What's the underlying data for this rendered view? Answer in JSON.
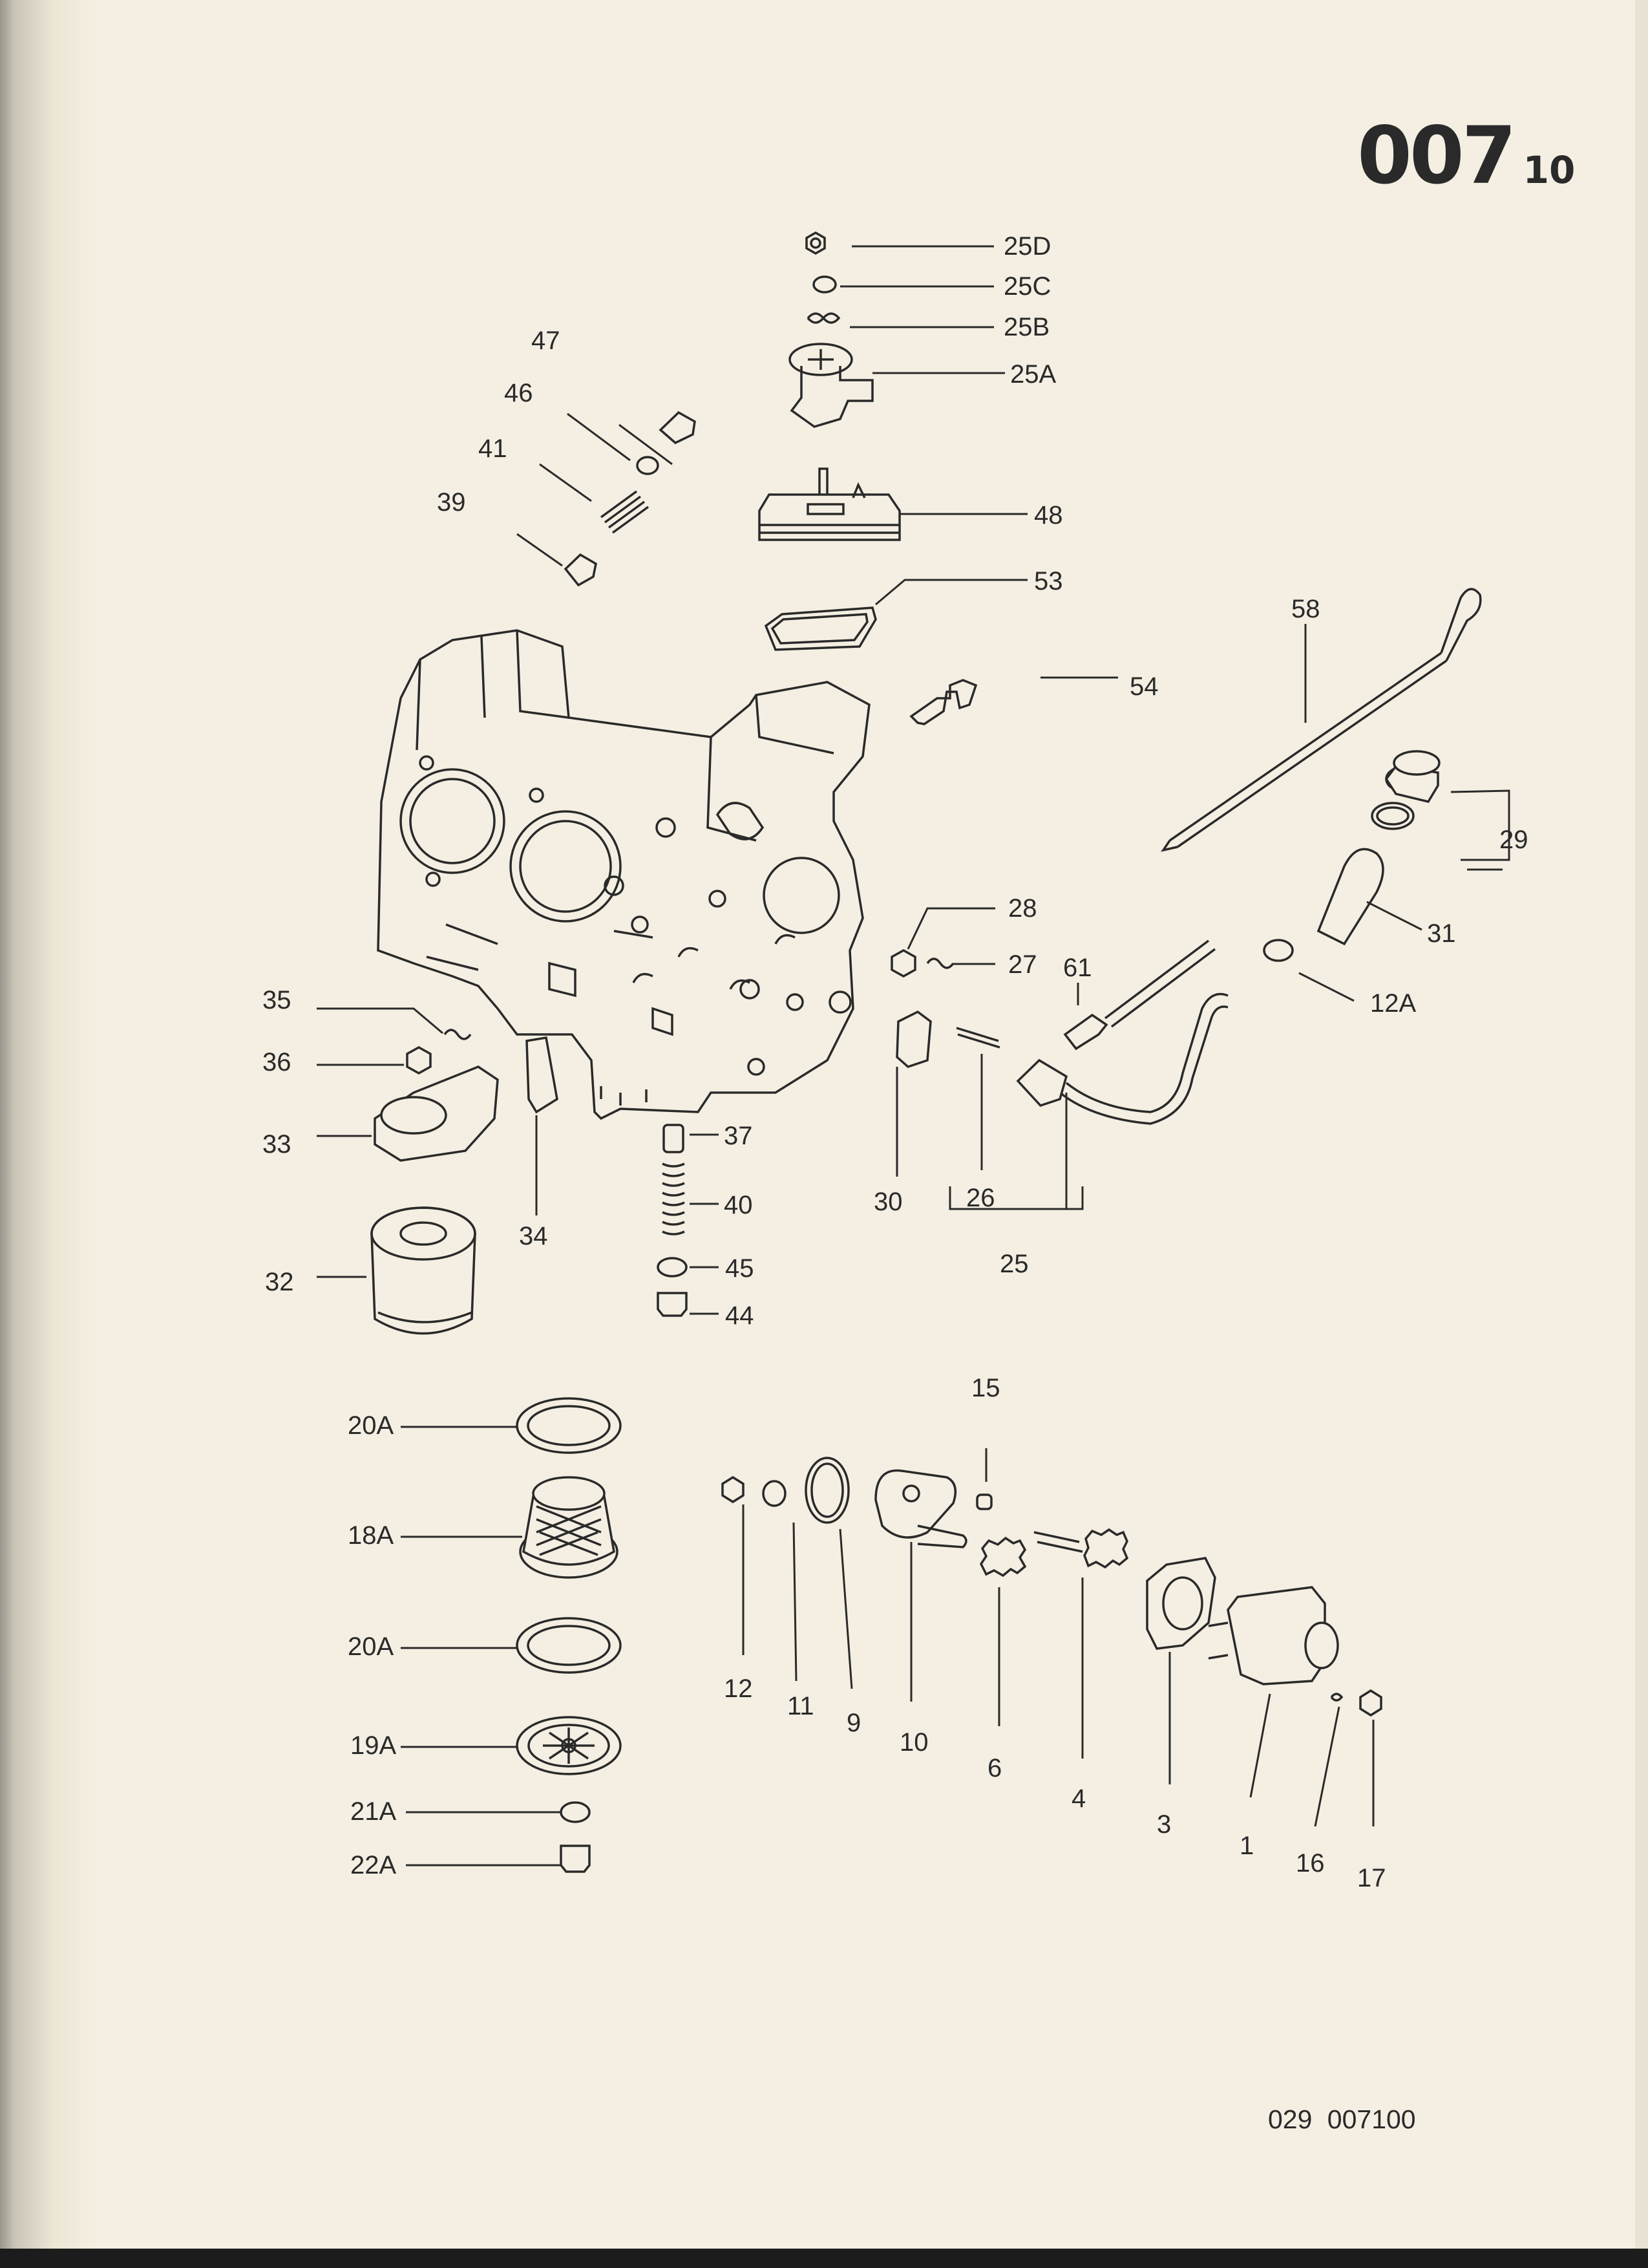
{
  "page_number": {
    "main": "007",
    "sub": "10"
  },
  "drawing_number": "029 007100",
  "callouts": {
    "c1": "1",
    "c3": "3",
    "c4": "4",
    "c6": "6",
    "c9": "9",
    "c10": "10",
    "c11": "11",
    "c12": "12",
    "c12A": "12A",
    "c15": "15",
    "c16": "16",
    "c17": "17",
    "c18A": "18A",
    "c19A": "19A",
    "c20A_top": "20A",
    "c20A_bottom": "20A",
    "c21A": "21A",
    "c22A": "22A",
    "c25": "25",
    "c25A": "25A",
    "c25B": "25B",
    "c25C": "25C",
    "c25D": "25D",
    "c26": "26",
    "c27": "27",
    "c28": "28",
    "c29": "29",
    "c30": "30",
    "c31": "31",
    "c32": "32",
    "c33": "33",
    "c34": "34",
    "c35": "35",
    "c36": "36",
    "c37": "37",
    "c39": "39",
    "c40": "40",
    "c41": "41",
    "c44": "44",
    "c45": "45",
    "c46": "46",
    "c47": "47",
    "c48": "48",
    "c53": "53",
    "c54": "54",
    "c58": "58",
    "c61": "61"
  }
}
